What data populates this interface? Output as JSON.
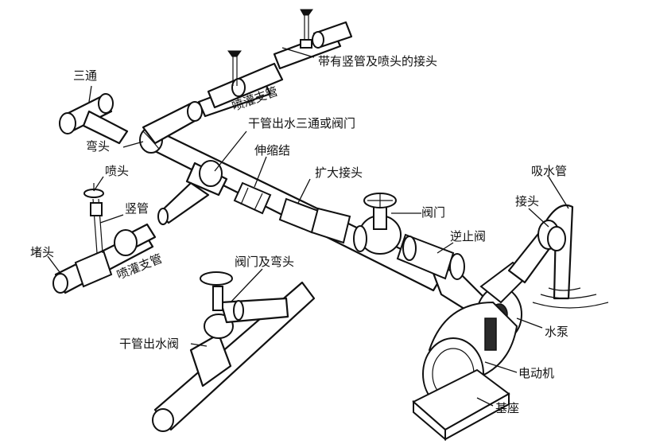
{
  "labels": {
    "tee": "三通",
    "riser_nozzle_joint": "带有竖管及喷头的接头",
    "branch_top": "喷灌支管",
    "main_tee_valve": "干管出水三通或阀门",
    "elbow": "弯头",
    "expansion": "伸缩结",
    "nozzle": "喷头",
    "reducer": "扩大接头",
    "riser": "竖管",
    "valve": "阀门",
    "suction_pipe": "吸水管",
    "joint": "接头",
    "plug": "堵头",
    "branch_left": "喷灌支管",
    "check_valve": "逆止阀",
    "valve_elbow": "阀门及弯头",
    "main_outlet_valve": "干管出水阀",
    "pump": "水泵",
    "motor": "电动机",
    "base": "基座"
  }
}
